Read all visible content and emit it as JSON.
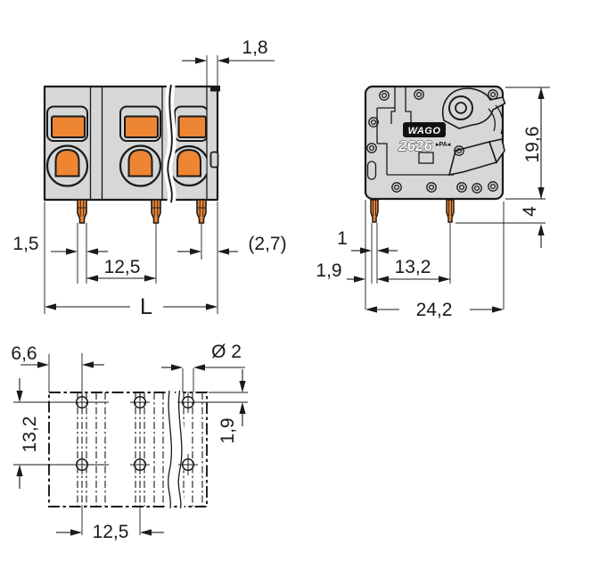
{
  "front_view": {
    "labels": {
      "end_plate_width": "1,8",
      "pin_width": "1,5",
      "pitch": "12,5",
      "length": "L",
      "edge_offset": "(2,7)"
    }
  },
  "side_view": {
    "marking": {
      "brand": "WAGO",
      "series": "2626",
      "material": "▸PA◂"
    },
    "labels": {
      "height": "19,6",
      "pin_length": "4",
      "pin_width": "1",
      "front_offset": "1,9",
      "pin_spacing": "13,2",
      "depth": "24,2"
    }
  },
  "footprint_view": {
    "labels": {
      "edge_to_hole": "6,6",
      "hole_diameter": "Ø 2",
      "row_offset": "1,9",
      "row_spacing": "13,2",
      "pitch": "12,5"
    }
  },
  "colors": {
    "housing": "#d6d7d7",
    "line": "#1a1a1a",
    "accent_orange": "#ee8532",
    "logo_bg": "#111111"
  }
}
